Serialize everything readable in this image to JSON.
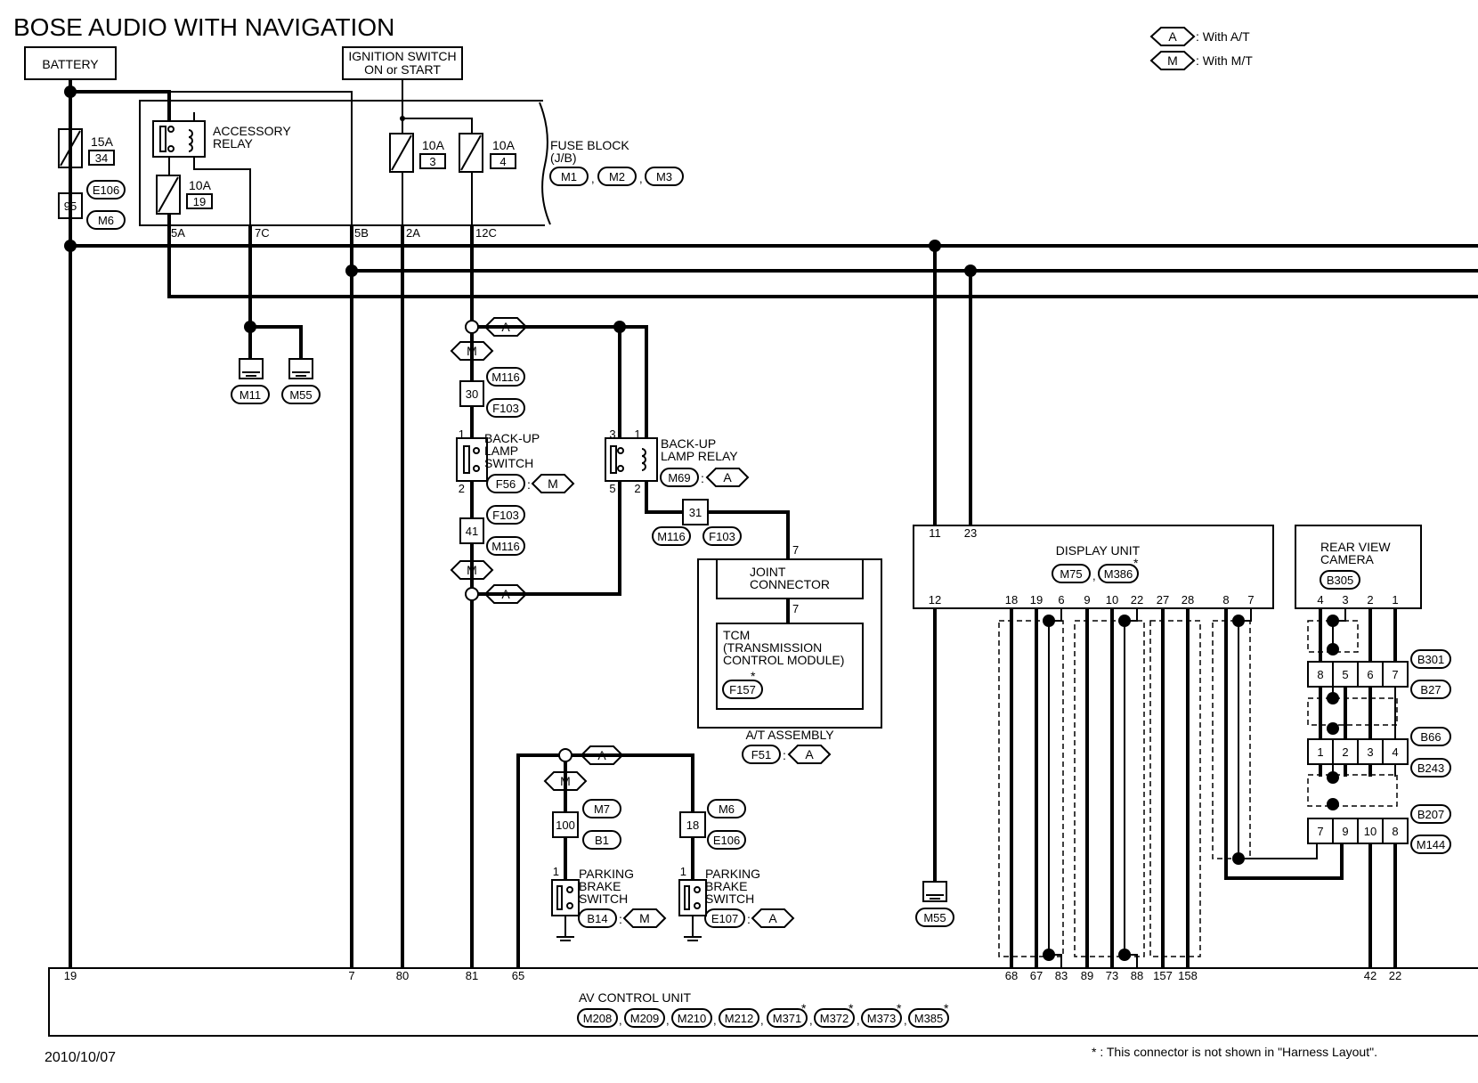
{
  "title": "BOSE AUDIO WITH NAVIGATION",
  "legend": {
    "a_code": "A",
    "a_text": ": With A/T",
    "m_code": "M",
    "m_text": ": With M/T"
  },
  "battery": "BATTERY",
  "ignition": {
    "line1": "IGNITION SWITCH",
    "line2": "ON or START"
  },
  "fuse_block": {
    "line1": "FUSE BLOCK",
    "line2": "(J/B)",
    "connectors": [
      "M1",
      "M2",
      "M3"
    ]
  },
  "accessory_relay": {
    "line1": "ACCESSORY",
    "line2": "RELAY"
  },
  "fuses": [
    {
      "amp": "15A",
      "num": "34"
    },
    {
      "amp": "10A",
      "num": "19"
    },
    {
      "amp": "10A",
      "num": "3"
    },
    {
      "amp": "10A",
      "num": "4"
    }
  ],
  "fuse_pins": [
    "5A",
    "7C",
    "5B",
    "2A",
    "12C"
  ],
  "battery_conn": {
    "pin": "95",
    "c1": "E106",
    "c2": "M6"
  },
  "grounds": [
    "M11",
    "M55",
    "M55"
  ],
  "backup_switch": {
    "line1": "BACK-UP",
    "line2": "LAMP",
    "line3": "SWITCH",
    "conn": "F56",
    "opt": "M",
    "pin_top": "1",
    "pin_bot": "2",
    "j1_pin": "30",
    "j1_c1": "M116",
    "j1_c2": "F103",
    "j2_pin": "41",
    "j2_c1": "F103",
    "j2_c2": "M116"
  },
  "backup_relay": {
    "line1": "BACK-UP",
    "line2": "LAMP RELAY",
    "conn": "M69",
    "opt": "A",
    "pins": [
      "3",
      "1",
      "5",
      "2"
    ],
    "j_pin": "31",
    "j_c1": "M116",
    "j_c2": "F103"
  },
  "at_assembly": {
    "pin_in": "7",
    "joint": {
      "line1": "JOINT",
      "line2": "CONNECTOR"
    },
    "pin_mid": "7",
    "tcm": {
      "line1": "TCM",
      "line2": "(TRANSMISSION",
      "line3": "CONTROL MODULE)",
      "conn": "F157"
    },
    "label": "A/T ASSEMBLY",
    "conn": "F51",
    "opt": "A"
  },
  "parking_m": {
    "line1": "PARKING",
    "line2": "BRAKE",
    "line3": "SWITCH",
    "conn": "B14",
    "opt": "M",
    "pin_top": "1",
    "j_pin": "100",
    "j_c1": "M7",
    "j_c2": "B1"
  },
  "parking_a": {
    "line1": "PARKING",
    "line2": "BRAKE",
    "line3": "SWITCH",
    "conn": "E107",
    "opt": "A",
    "pin_top": "1",
    "j_pin": "18",
    "j_c1": "M6",
    "j_c2": "E106"
  },
  "display_unit": {
    "label": "DISPLAY UNIT",
    "conn1": "M75",
    "conn2": "M386",
    "top_pins": [
      "11",
      "23"
    ],
    "bottom_pins": [
      "12",
      "18",
      "19",
      "6",
      "9",
      "10",
      "22",
      "27",
      "28",
      "8",
      "7"
    ]
  },
  "rear_camera": {
    "line1": "REAR VIEW",
    "line2": "CAMERA",
    "conn": "B305",
    "pins": [
      "4",
      "3",
      "2",
      "1"
    ],
    "row1": [
      "8",
      "5",
      "6",
      "7"
    ],
    "row2": [
      "1",
      "2",
      "3",
      "4"
    ],
    "row3": [
      "7",
      "9",
      "10",
      "8"
    ],
    "row_conns": [
      "B301",
      "B27",
      "B66",
      "B243",
      "B207",
      "M144"
    ]
  },
  "av_unit": {
    "label": "AV CONTROL UNIT",
    "conns": [
      "M208",
      "M209",
      "M210",
      "M212",
      "M371",
      "M372",
      "M373",
      "M385"
    ],
    "pins": [
      "19",
      "7",
      "80",
      "81",
      "65",
      "68",
      "67",
      "83",
      "89",
      "73",
      "88",
      "157",
      "158",
      "42",
      "22"
    ]
  },
  "star": "*",
  "date": "2010/10/07",
  "footnote": "* : This connector is not shown in \"Harness Layout\"."
}
